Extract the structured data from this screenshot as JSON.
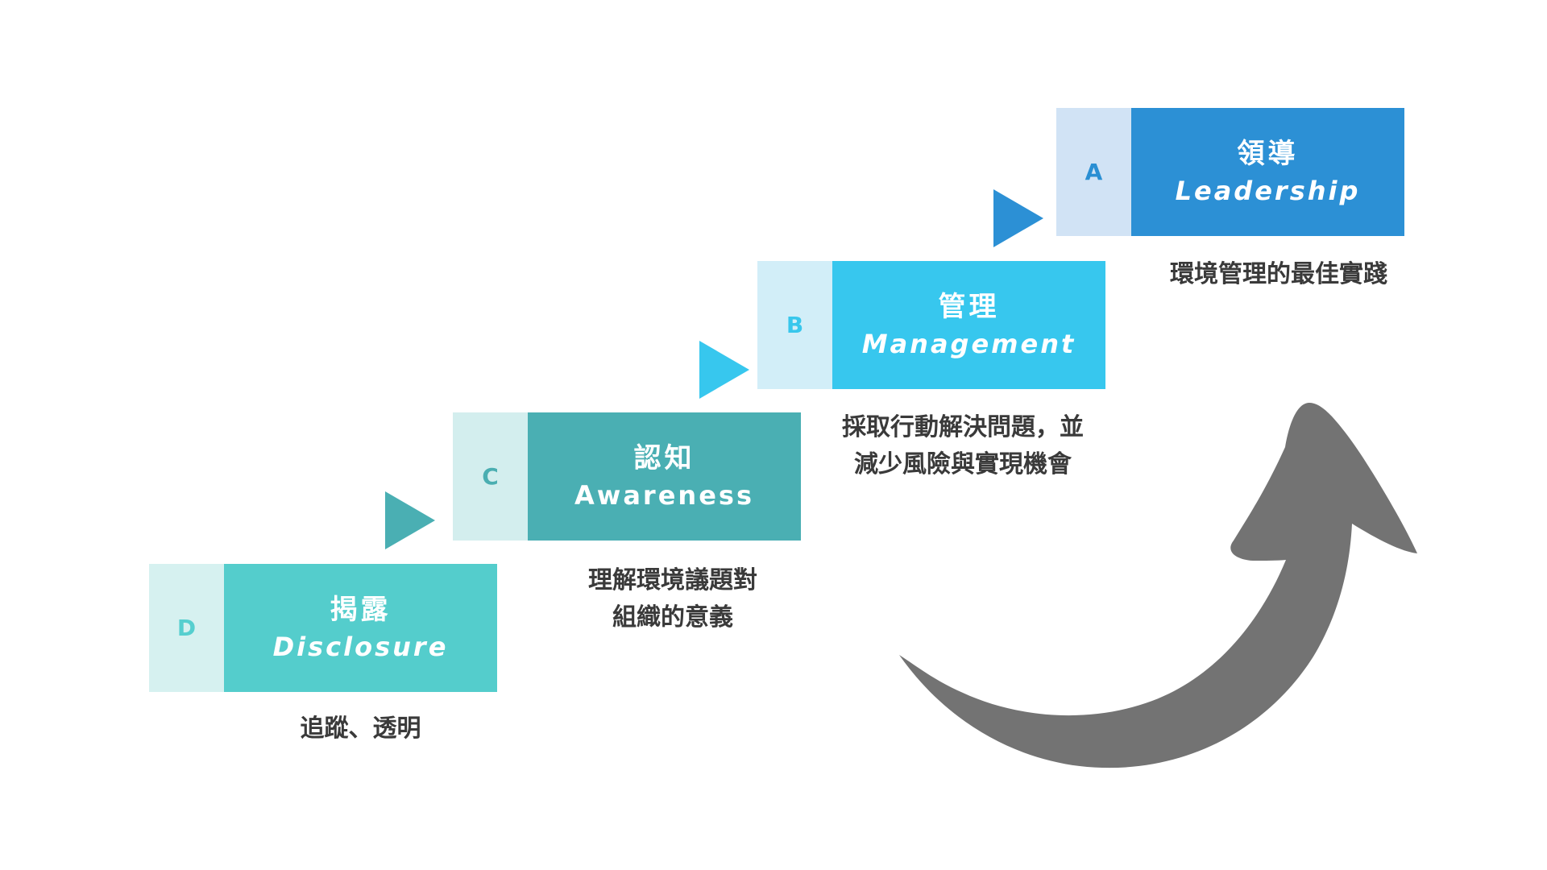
{
  "steps": {
    "d": {
      "letter": "D",
      "title_zh": "揭露",
      "title_en": "Disclosure",
      "desc": "追蹤、透明",
      "colors": {
        "letter_bg": "#d6f1f0",
        "letter_fg": "#56cfcf",
        "main_bg": "#54cdcc"
      }
    },
    "c": {
      "letter": "C",
      "title_zh": "認知",
      "title_en": "Awareness",
      "desc_line1": "理解環境議題對",
      "desc_line2": "組織的意義",
      "colors": {
        "letter_bg": "#d3eeee",
        "letter_fg": "#4aaeb1",
        "main_bg": "#4aafb3"
      }
    },
    "b": {
      "letter": "B",
      "title_zh": "管理",
      "title_en": "Management",
      "desc_line1": "採取行動解決問題，並",
      "desc_line2": "減少風險與實現機會",
      "colors": {
        "letter_bg": "#d2eef8",
        "letter_fg": "#38c7ec",
        "main_bg": "#37c7ee"
      }
    },
    "a": {
      "letter": "A",
      "title_zh": "領導",
      "title_en": "Leadership",
      "desc": "環境管理的最佳實踐",
      "colors": {
        "letter_bg": "#d1e3f5",
        "letter_fg": "#2a8fd3",
        "main_bg": "#2c90d5"
      }
    }
  },
  "connectors": [
    {
      "color": "#4aafb3"
    },
    {
      "color": "#37c7ee"
    },
    {
      "color": "#2c90d5"
    }
  ],
  "curved_arrow": {
    "color": "#737373"
  }
}
